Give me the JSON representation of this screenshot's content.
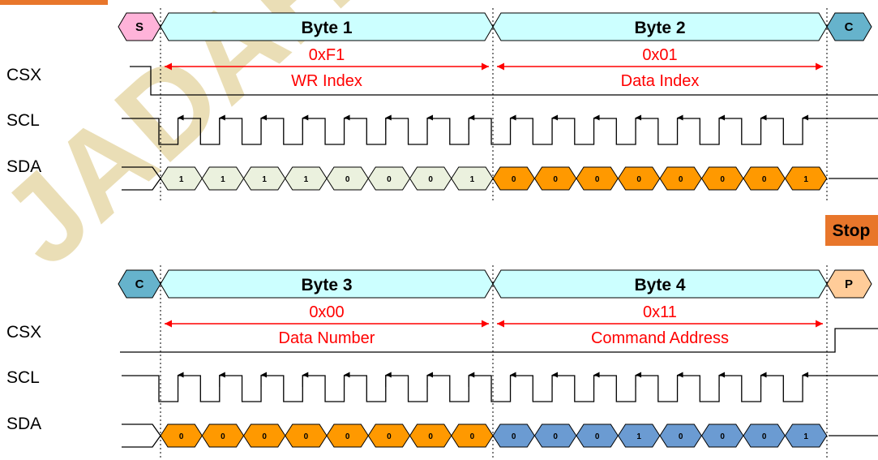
{
  "watermark": "JADAH",
  "colors": {
    "byte_header": "#ccffff",
    "start": "#ffb3d9",
    "continue": "#66b3cc",
    "stop_marker": "#ffcc99",
    "bit_light": "#ebf1de",
    "bit_orange": "#ff9900",
    "bit_blue": "#6b9bd2",
    "annotation": "#ff0000",
    "stop_box": "#e8762b",
    "watermark": "#d9c27a"
  },
  "stop_label": "Stop",
  "rows": [
    {
      "start_marker": "S",
      "end_marker": "C",
      "signals": {
        "csx": "CSX",
        "scl": "SCL",
        "sda": "SDA"
      },
      "bytes": [
        {
          "title": "Byte 1",
          "value": "0xF1",
          "desc": "WR Index",
          "bits": [
            "1",
            "1",
            "1",
            "1",
            "0",
            "0",
            "0",
            "1"
          ],
          "fill": "light"
        },
        {
          "title": "Byte 2",
          "value": "0x01",
          "desc": "Data Index",
          "bits": [
            "0",
            "0",
            "0",
            "0",
            "0",
            "0",
            "0",
            "1"
          ],
          "fill": "orange"
        }
      ]
    },
    {
      "start_marker": "C",
      "end_marker": "P",
      "signals": {
        "csx": "CSX",
        "scl": "SCL",
        "sda": "SDA"
      },
      "bytes": [
        {
          "title": "Byte 3",
          "value": "0x00",
          "desc": "Data Number",
          "bits": [
            "0",
            "0",
            "0",
            "0",
            "0",
            "0",
            "0",
            "0"
          ],
          "fill": "orange"
        },
        {
          "title": "Byte 4",
          "value": "0x11",
          "desc": "Command Address",
          "bits": [
            "0",
            "0",
            "0",
            "1",
            "0",
            "0",
            "0",
            "1"
          ],
          "fill": "blue"
        }
      ]
    }
  ]
}
